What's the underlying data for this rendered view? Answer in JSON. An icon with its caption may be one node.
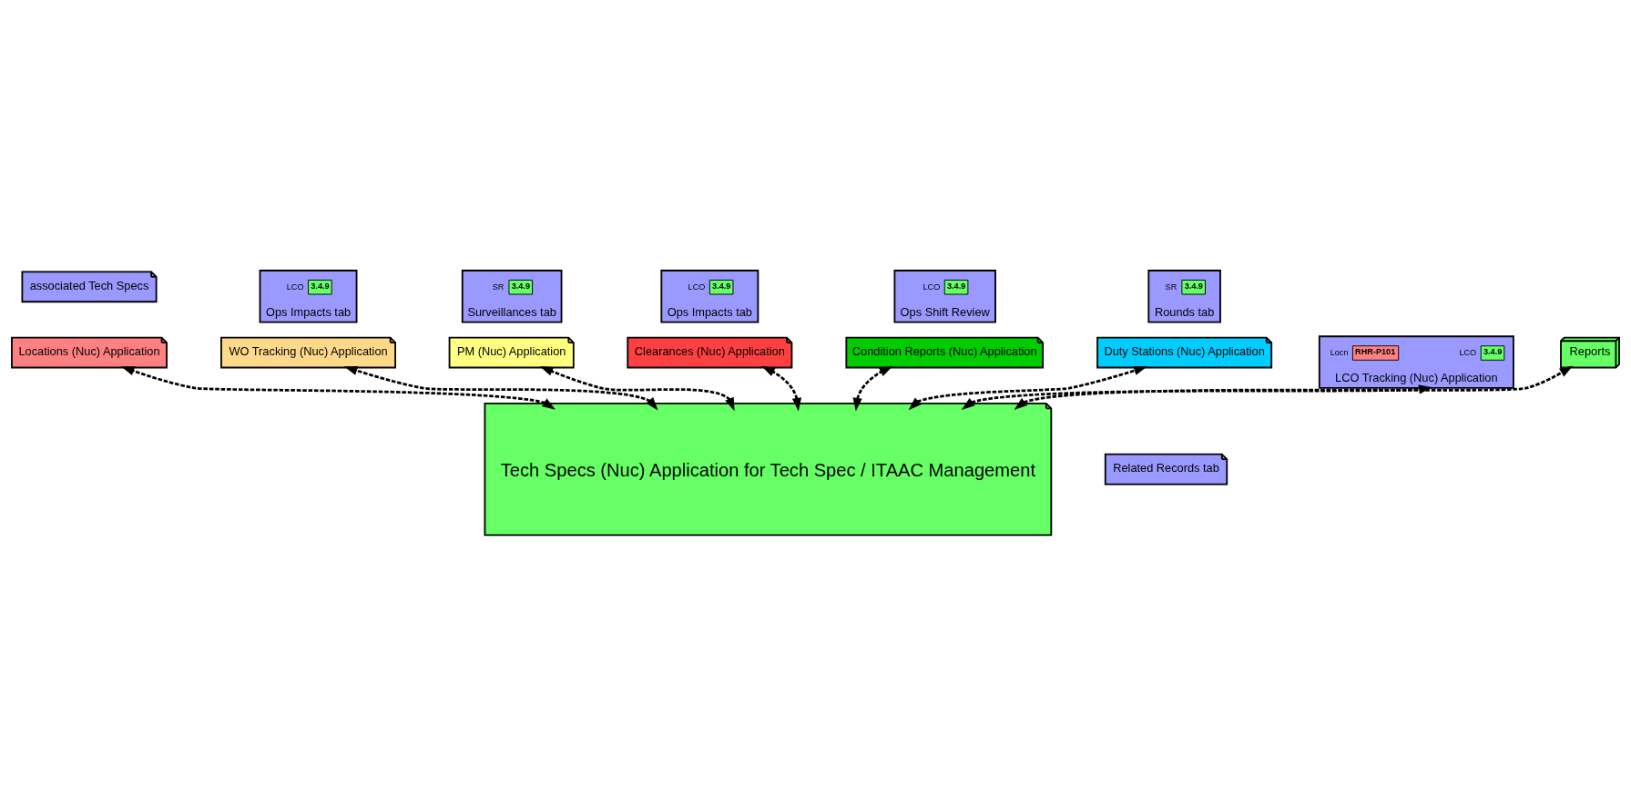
{
  "diagram": {
    "nodes": [
      {
        "text": [
          "associated Tech Specs"
        ]
      },
      {
        "text": [
          "Locations (Nuc) Application"
        ]
      },
      {
        "text": [
          "Ops Impacts tab"
        ]
      },
      {
        "text": [
          "3.4.9"
        ],
        "in": 2,
        "beside": [
          "LCO"
        ]
      },
      {
        "text": [
          "WO Tracking (Nuc) Application"
        ]
      },
      {
        "text": [
          "Surveillances tab"
        ]
      },
      {
        "text": [
          "3.4.9"
        ],
        "in": 5,
        "beside": [
          "SR"
        ]
      },
      {
        "text": [
          "PM (Nuc) Application"
        ]
      },
      {
        "text": [
          "Ops Impacts tab"
        ]
      },
      {
        "text": [
          "3.4.9"
        ],
        "in": 8,
        "beside": [
          "LCO"
        ]
      },
      {
        "text": [
          "Clearances (Nuc) Application"
        ]
      },
      {
        "text": [
          "Ops Shift Review"
        ]
      },
      {
        "text": [
          "3.4.9"
        ],
        "in": 11,
        "beside": [
          "LCO"
        ]
      },
      {
        "text": [
          "Condition Reports (Nuc) Application"
        ]
      },
      {
        "text": [
          "Rounds tab"
        ]
      },
      {
        "text": [
          "3.4.9"
        ],
        "in": 14,
        "beside": [
          "SR"
        ]
      },
      {
        "text": [
          "Duty Stations (Nuc) Application"
        ]
      },
      {
        "text": [
          "LCO Tracking (Nuc) Application"
        ]
      },
      {
        "text": [
          "3.4.9"
        ],
        "in": 17,
        "beside": [
          "LCO"
        ]
      },
      {
        "text": [
          "RHR-P101"
        ],
        "in": 17,
        "beside": [
          "Locn"
        ]
      },
      {
        "text": [
          "Related Records tab"
        ]
      },
      {
        "text": [
          "Tech Specs (Nuc) Application for Tech Spec / ITAAC Management"
        ]
      },
      {
        "text": [
          "Reports"
        ]
      }
    ],
    "edges": [
      {
        "from": 21,
        "to": 1,
        "arrow": "both",
        "style": "dashed"
      },
      {
        "from": 21,
        "to": 4,
        "arrow": "both",
        "style": "dashed"
      },
      {
        "from": 21,
        "to": 7,
        "arrow": "both",
        "style": "dashed"
      },
      {
        "from": 21,
        "to": 10,
        "arrow": "both",
        "style": "dashed"
      },
      {
        "from": 21,
        "to": 13,
        "arrow": "both",
        "style": "dashed"
      },
      {
        "from": 21,
        "to": 16,
        "arrow": "both",
        "style": "dashed"
      },
      {
        "from": 21,
        "to": 17,
        "arrow": "both",
        "style": "dashed"
      },
      {
        "from": 21,
        "to": 22,
        "arrow": "both",
        "style": "dashed"
      }
    ]
  }
}
